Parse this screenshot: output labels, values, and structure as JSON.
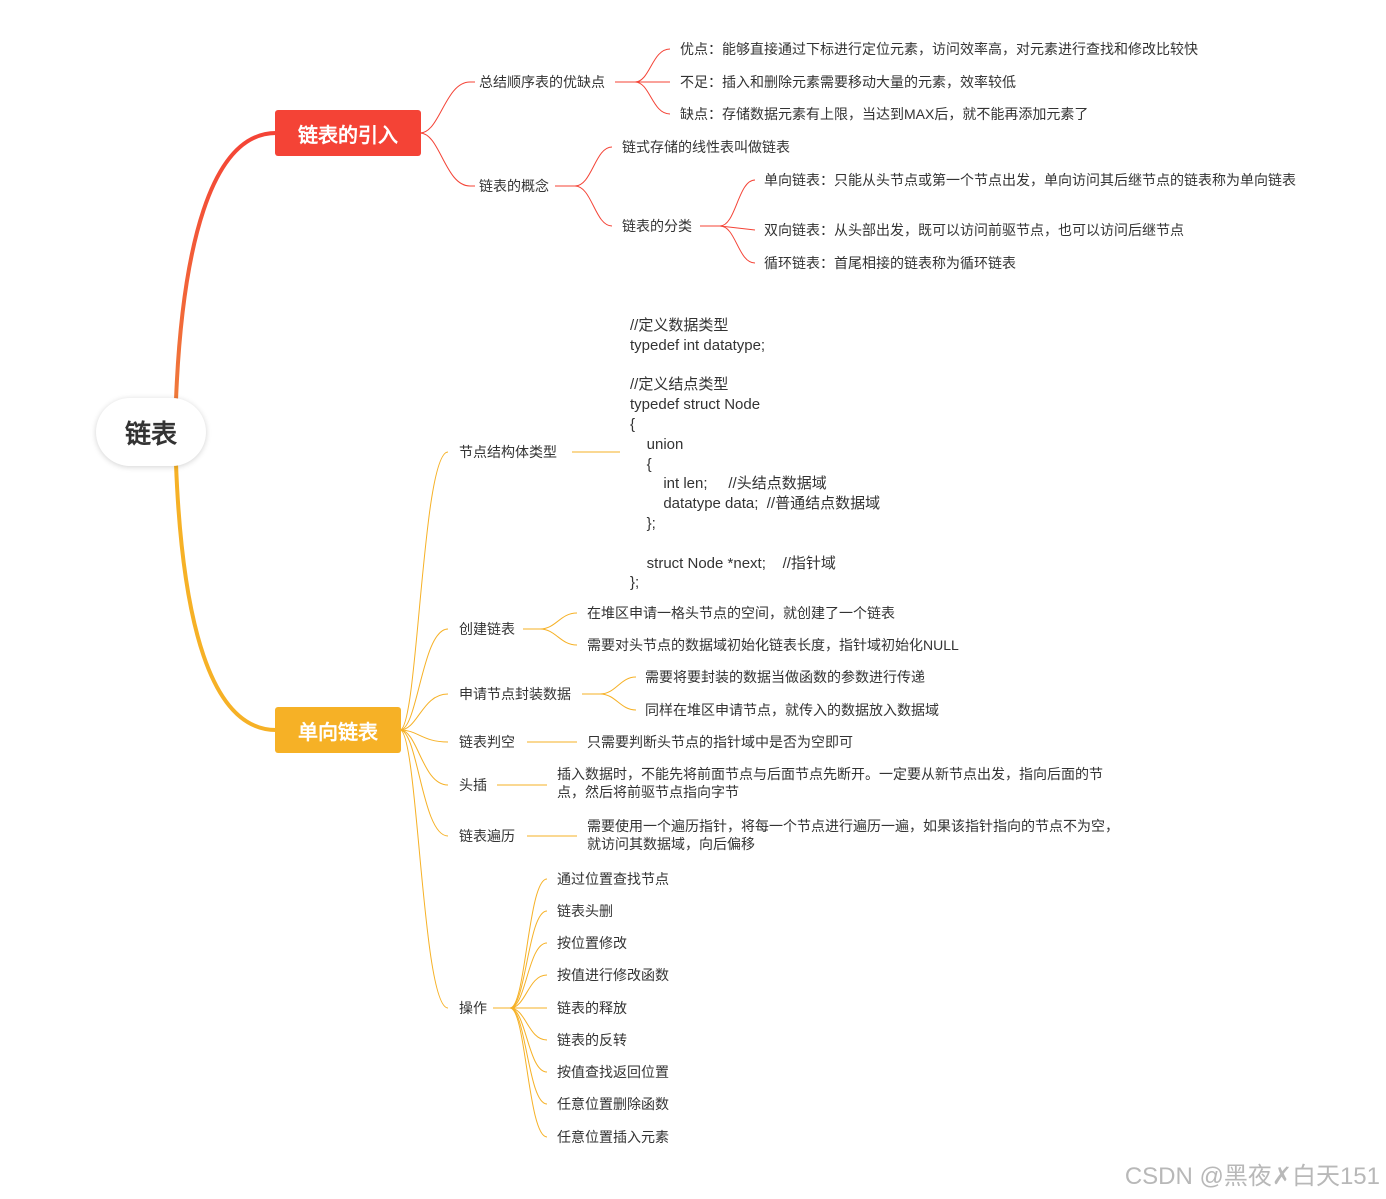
{
  "colors": {
    "branch1": "#f44336",
    "branch2": "#f6b126",
    "root_top_gradient": "#e84c3d"
  },
  "root": {
    "label": "链表"
  },
  "branch1": {
    "label": "链表的引入",
    "sub1": {
      "label": "总结顺序表的优缺点",
      "items": [
        "优点：能够直接通过下标进行定位元素，访问效率高，对元素进行查找和修改比较快",
        "不足：插入和删除元素需要移动大量的元素，效率较低",
        "缺点：存储数据元素有上限，当达到MAX后，就不能再添加元素了"
      ]
    },
    "sub2": {
      "label": "链表的概念",
      "item1": "链式存储的线性表叫做链表",
      "classify": {
        "label": "链表的分类",
        "items": [
          "单向链表：只能从头节点或第一个节点出发，单向访问其后继节点的链表称为单向链表",
          "双向链表：从头部出发，既可以访问前驱节点，也可以访问后继节点",
          "循环链表：首尾相接的链表称为循环链表"
        ]
      }
    }
  },
  "branch2": {
    "label": "单向链表",
    "node_struct": {
      "label": "节点结构体类型",
      "code": "//定义数据类型\ntypedef int datatype;\n\n//定义结点类型\ntypedef struct Node\n{\n    union\n    {\n        int len;     //头结点数据域\n        datatype data;  //普通结点数据域\n    };\n\n    struct Node *next;    //指针域\n};"
    },
    "create": {
      "label": "创建链表",
      "items": [
        "在堆区申请一格头节点的空间，就创建了一个链表",
        "需要对头节点的数据域初始化链表长度，指针域初始化NULL"
      ]
    },
    "apply": {
      "label": "申请节点封装数据",
      "items": [
        "需要将要封装的数据当做函数的参数进行传递",
        "同样在堆区申请节点，就传入的数据放入数据域"
      ]
    },
    "empty": {
      "label": "链表判空",
      "item": "只需要判断头节点的指针域中是否为空即可"
    },
    "head_insert": {
      "label": "头插",
      "item": "插入数据时，不能先将前面节点与后面节点先断开。一定要从新节点出发，指向后面的节点，然后将前驱节点指向字节"
    },
    "traverse": {
      "label": "链表遍历",
      "item": "需要使用一个遍历指针，将每一个节点进行遍历一遍，如果该指针指向的节点不为空，就访问其数据域，向后偏移"
    },
    "ops": {
      "label": "操作",
      "items": [
        "通过位置查找节点",
        "链表头删",
        "按位置修改",
        "按值进行修改函数",
        "链表的释放",
        "链表的反转",
        "按值查找返回位置",
        "任意位置删除函数",
        "任意位置插入元素"
      ]
    }
  },
  "watermark": "CSDN @黑夜✗白天151"
}
